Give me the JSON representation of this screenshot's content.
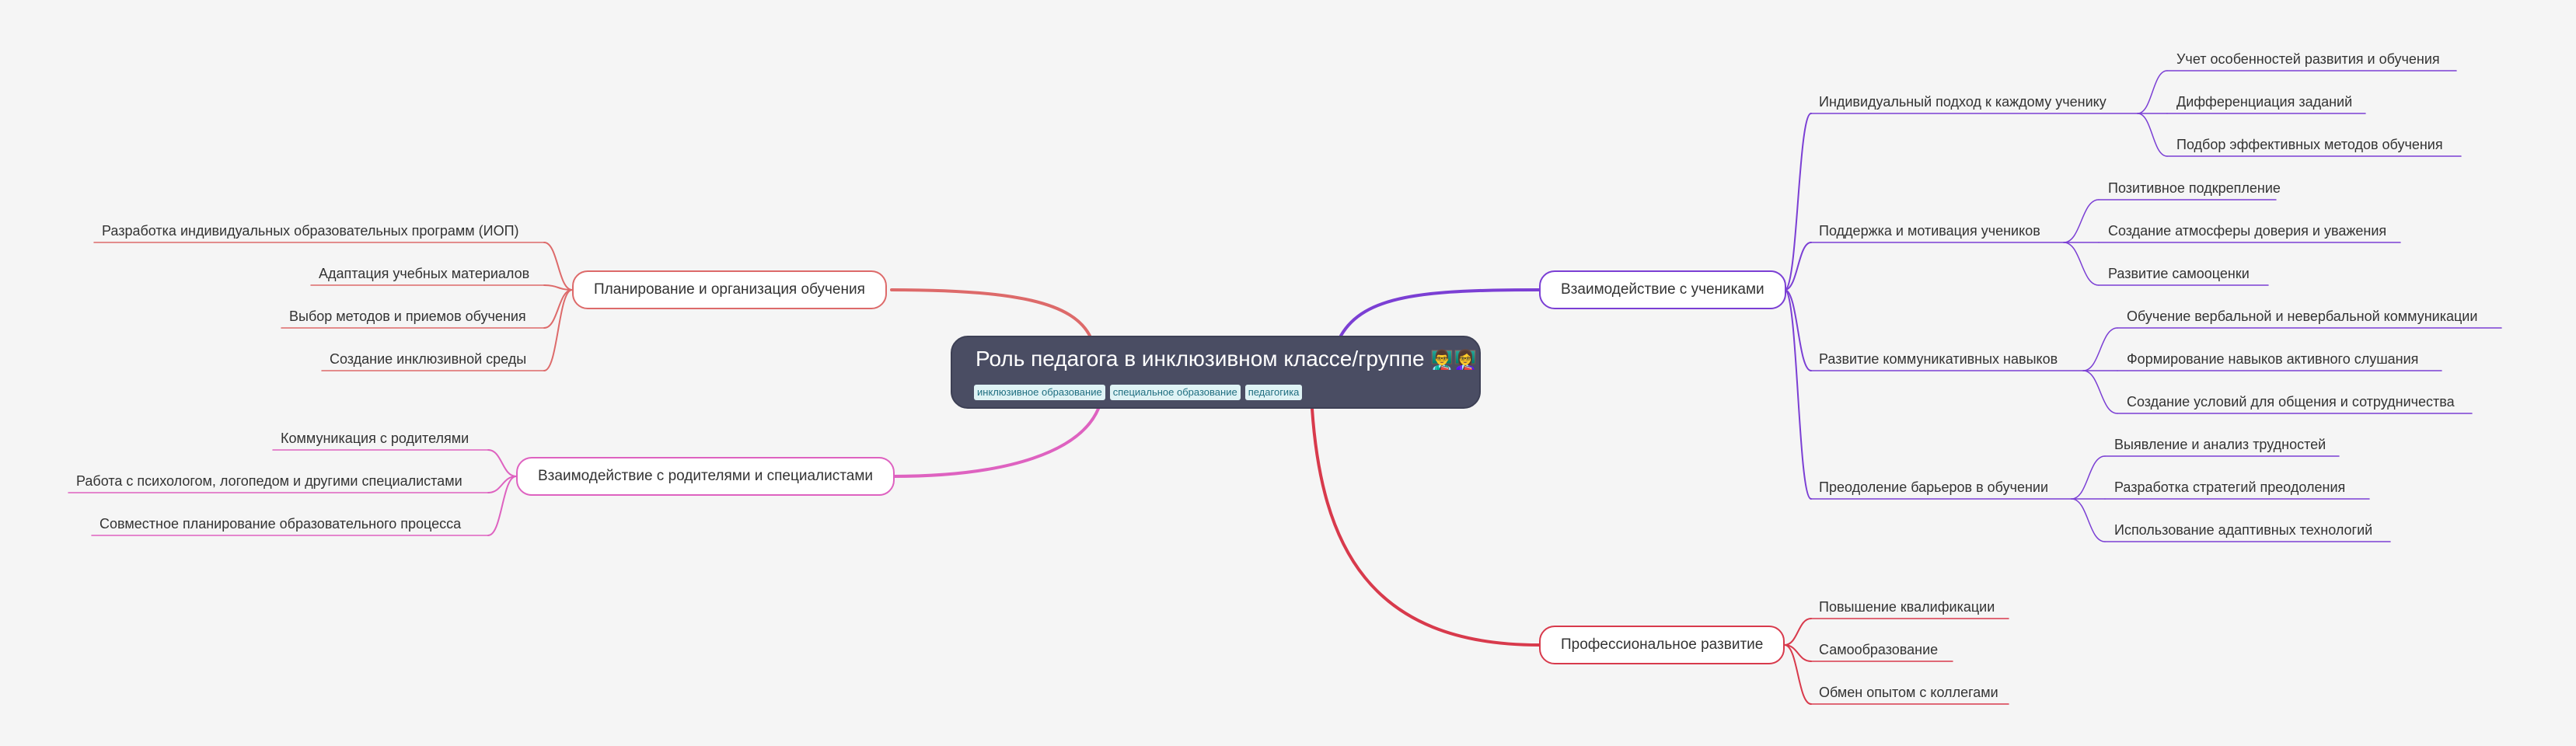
{
  "root": {
    "title": "Роль педагога в инклюзивном классе/группе",
    "emoji": "👨‍🏫👩‍🏫",
    "tags": [
      "инклюзивное образование",
      "специальное образование",
      "педагогика"
    ]
  },
  "colors": {
    "interaction": "#7b3fd4",
    "professional": "#d83a4c",
    "planning": "#dd6a6a",
    "parents": "#de62c0",
    "background": "#f5f5f5"
  },
  "branches": [
    {
      "label": "Взаимодействие с учениками",
      "children": [
        {
          "label": "Индивидуальный подход к каждому ученику",
          "children": [
            "Учет особенностей развития и обучения",
            "Дифференциация заданий",
            "Подбор эффективных методов обучения"
          ]
        },
        {
          "label": "Поддержка и мотивация учеников",
          "children": [
            "Позитивное подкрепление",
            "Создание атмосферы доверия и уважения",
            "Развитие самооценки"
          ]
        },
        {
          "label": "Развитие коммуникативных навыков",
          "children": [
            "Обучение вербальной и невербальной коммуникации",
            "Формирование навыков активного слушания",
            "Создание условий для общения и сотрудничества"
          ]
        },
        {
          "label": "Преодоление барьеров в обучении",
          "children": [
            "Выявление и анализ трудностей",
            "Разработка стратегий преодоления",
            "Использование адаптивных технологий"
          ]
        }
      ]
    },
    {
      "label": "Профессиональное развитие",
      "children": [
        {
          "label": "Повышение квалификации",
          "children": []
        },
        {
          "label": "Самообразование",
          "children": []
        },
        {
          "label": "Обмен опытом с коллегами",
          "children": []
        }
      ]
    },
    {
      "label": "Планирование и организация обучения",
      "children": [
        {
          "label": "Разработка индивидуальных образовательных программ (ИОП)",
          "children": []
        },
        {
          "label": "Адаптация учебных материалов",
          "children": []
        },
        {
          "label": "Выбор методов и приемов обучения",
          "children": []
        },
        {
          "label": "Создание инклюзивной среды",
          "children": []
        }
      ]
    },
    {
      "label": "Взаимодействие с родителями и специалистами",
      "children": [
        {
          "label": "Коммуникация с родителями",
          "children": []
        },
        {
          "label": "Работа с психологом, логопедом и другими специалистами",
          "children": []
        },
        {
          "label": "Совместное планирование образовательного процесса",
          "children": []
        }
      ]
    }
  ]
}
